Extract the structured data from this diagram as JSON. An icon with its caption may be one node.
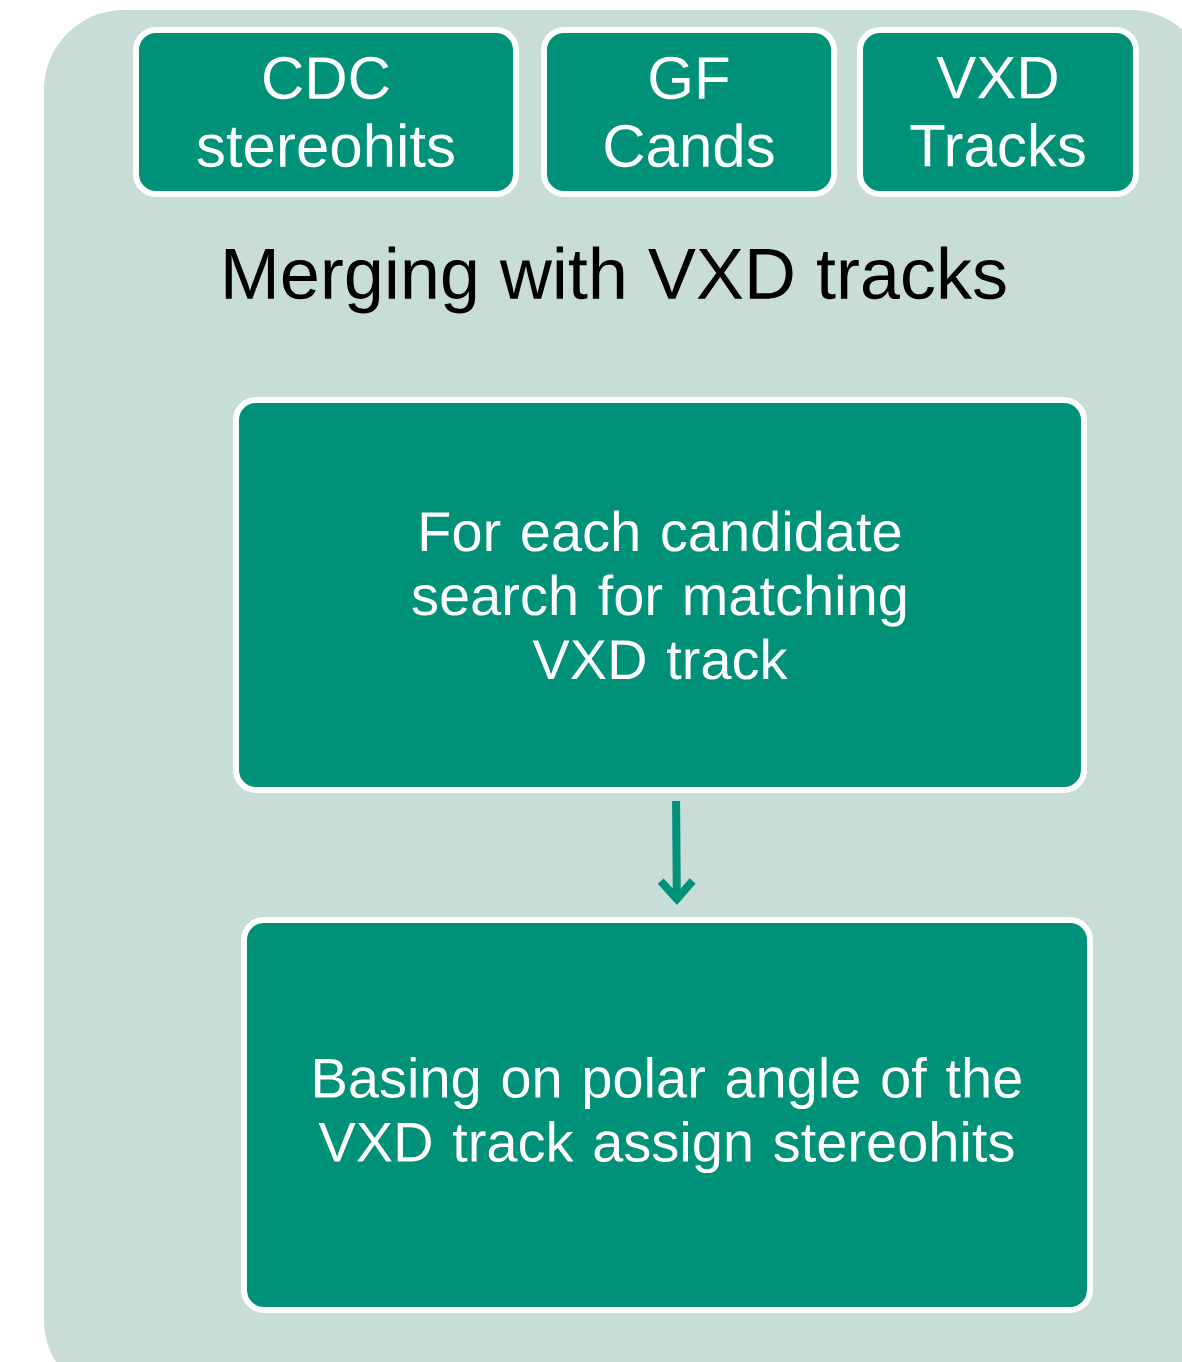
{
  "diagram": {
    "nodes": [
      {
        "text": [
          "Merging with VXD tracks"
        ]
      },
      {
        "text": [
          "CDC stereohits"
        ],
        "in": 0
      },
      {
        "text": [
          "GF Cands"
        ],
        "in": 0
      },
      {
        "text": [
          "VXD Tracks"
        ],
        "in": 0
      },
      {
        "text": [
          "For each candidate search for matching VXD track"
        ],
        "in": 0
      },
      {
        "text": [
          "Basing on polar angle of the VXD track assign stereohits"
        ],
        "in": 0
      }
    ],
    "edges": [
      {
        "from": 4,
        "to": 5,
        "arrow": "to"
      }
    ]
  }
}
